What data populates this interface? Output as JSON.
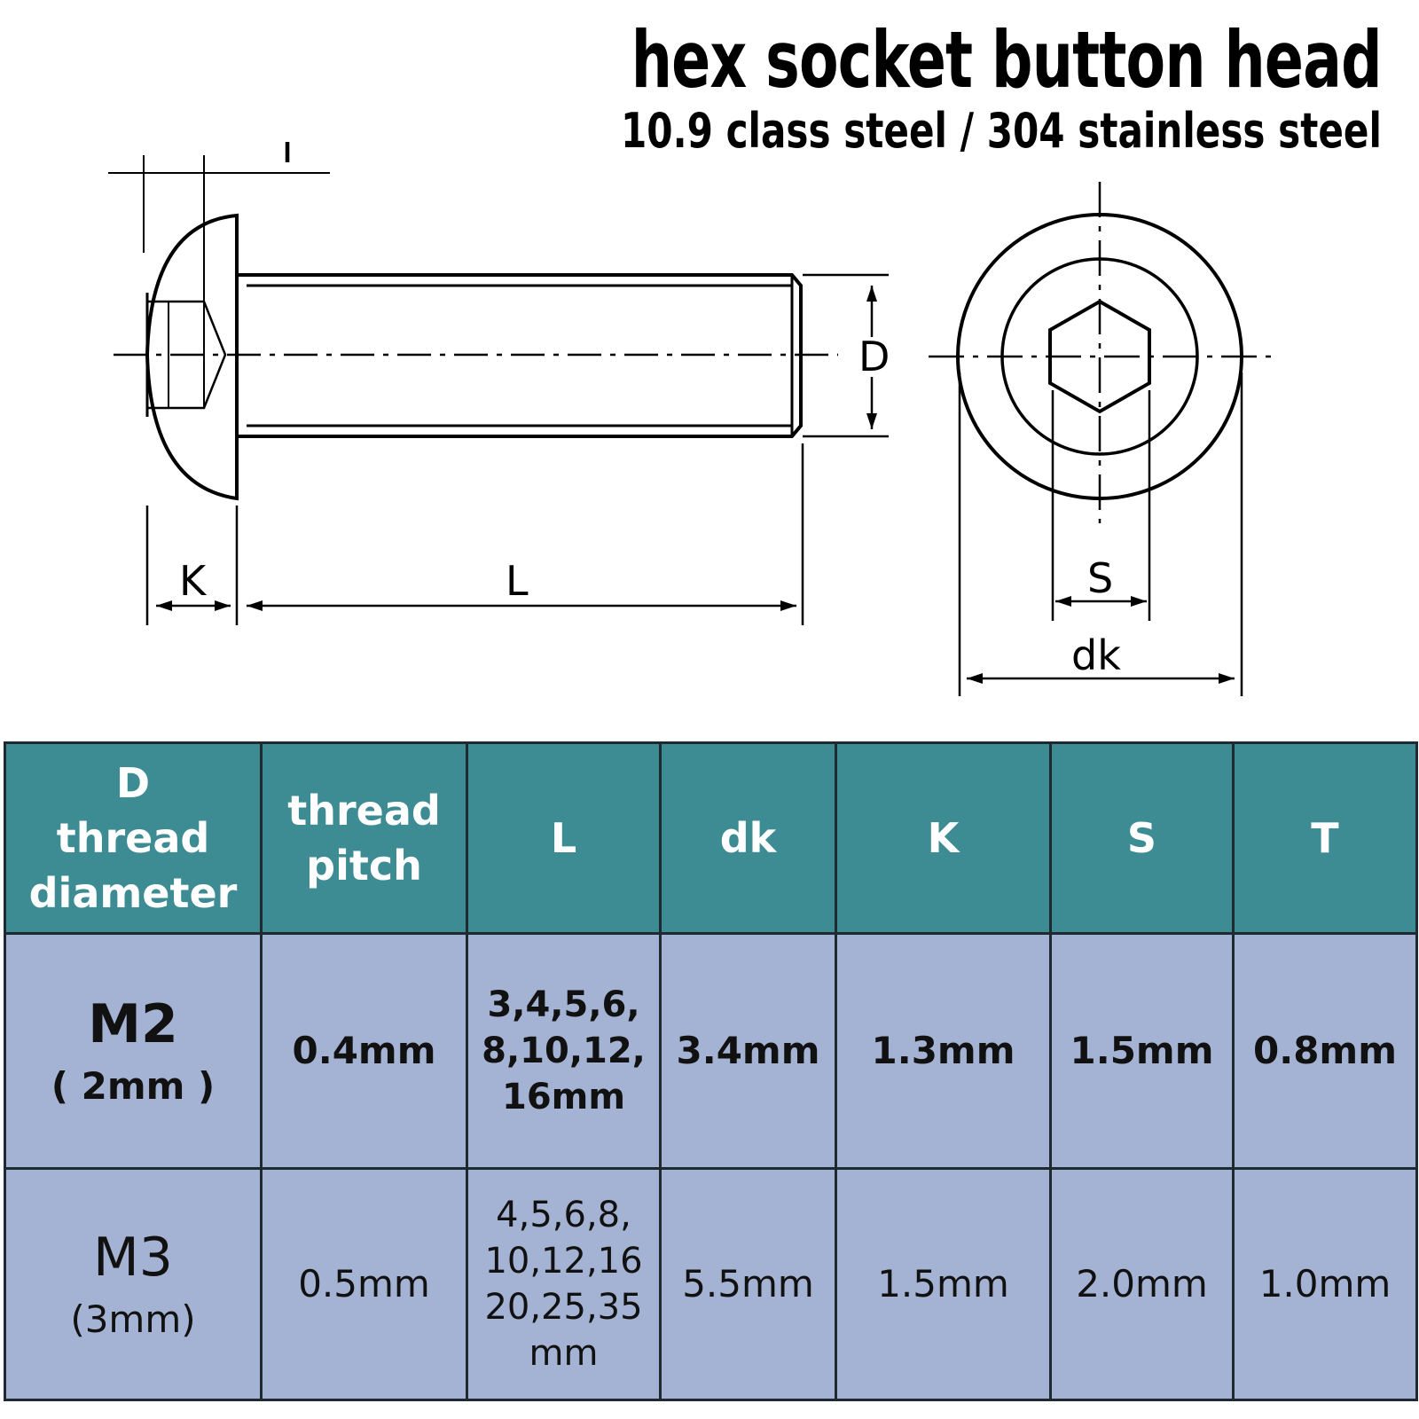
{
  "title": "hex socket button head",
  "subtitle": "10.9 class steel / 304 stainless steel",
  "diagram": {
    "labels": {
      "T": "T",
      "K": "K",
      "L": "L",
      "D": "D",
      "S": "S",
      "dk": "dk"
    }
  },
  "table": {
    "headers": {
      "diameter": [
        "D",
        "thread",
        "diameter"
      ],
      "pitch": [
        "thread",
        "pitch"
      ],
      "L": "L",
      "dk": "dk",
      "K": "K",
      "S": "S",
      "T": "T"
    },
    "rows": [
      {
        "size": "M2",
        "size_mm": "( 2mm )",
        "pitch": "0.4mm",
        "lengths": "3,4,5,6,\n8,10,12,\n16mm",
        "dk": "3.4mm",
        "K": "1.3mm",
        "S": "1.5mm",
        "T": "0.8mm"
      },
      {
        "size": "M3",
        "size_mm": "(3mm)",
        "pitch": "0.5mm",
        "lengths": "4,5,6,8,\n10,12,16\n20,25,35\nmm",
        "dk": "5.5mm",
        "K": "1.5mm",
        "S": "2.0mm",
        "T": "1.0mm"
      }
    ]
  }
}
